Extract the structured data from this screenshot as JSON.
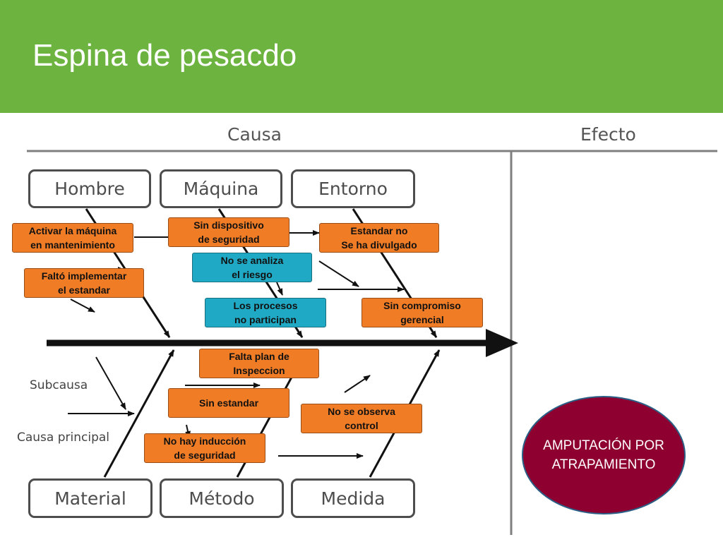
{
  "slide": {
    "title": "Espina de pesacdo"
  },
  "headers": {
    "cause": "Causa",
    "effect": "Efecto"
  },
  "categories": {
    "hombre": "Hombre",
    "maquina": "Máquina",
    "entorno": "Entorno",
    "material": "Material",
    "metodo": "Método",
    "medida": "Medida"
  },
  "side_labels": {
    "subcause": "Subcausa",
    "main_cause": "Causa principal"
  },
  "causes": {
    "activar": "Activar la máquina\nen mantenimiento",
    "falto": "Faltó implementar\nel estandar",
    "dispositivo": "Sin dispositivo\nde seguridad",
    "analiza": "No se analiza\nel riesgo",
    "procesos": "Los procesos\nno participan",
    "divulgado": "Estandar no\nSe ha divulgado",
    "compromiso": "Sin compromiso\ngerencial",
    "plan": "Falta plan de\nInspeccion",
    "estandar": "Sin estandar",
    "induccion": "No hay inducción\nde seguridad",
    "observa": "No se observa\ncontrol"
  },
  "effect": {
    "label": "AMPUTACIÓN POR\nATRAPAMIENTO"
  },
  "colors": {
    "header_bg": "#6db33f",
    "cause_box": "#f07c26",
    "cause_box_alt": "#1fa9c4",
    "effect_fill": "#8e0030",
    "line": "#111111"
  }
}
